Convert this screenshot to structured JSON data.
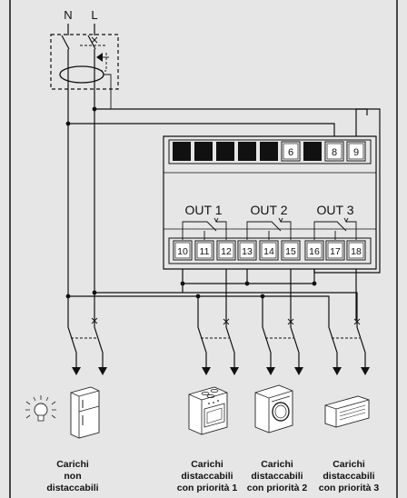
{
  "supply": {
    "neutral": "N",
    "line": "L"
  },
  "module": {
    "top_terminals": [
      "6",
      "8",
      "9"
    ],
    "outputs": [
      {
        "label": "OUT 1",
        "terminals": [
          "10",
          "11",
          "12"
        ]
      },
      {
        "label": "OUT 2",
        "terminals": [
          "13",
          "14",
          "15"
        ]
      },
      {
        "label": "OUT 3",
        "terminals": [
          "16",
          "17",
          "18"
        ]
      }
    ]
  },
  "loads": [
    {
      "caption": [
        "Carichi",
        "non",
        "distaccabili"
      ],
      "icons": [
        "light-bulb-icon",
        "refrigerator-icon"
      ]
    },
    {
      "caption": [
        "Carichi",
        "distaccabili",
        "con priorità 1"
      ],
      "icons": [
        "cooker-icon"
      ]
    },
    {
      "caption": [
        "Carichi",
        "distaccabili",
        "con priorità 2"
      ],
      "icons": [
        "washing-machine-icon"
      ]
    },
    {
      "caption": [
        "Carichi",
        "distaccabili",
        "con priorità 3"
      ],
      "icons": [
        "air-conditioner-icon"
      ]
    }
  ],
  "colors": {
    "background": "#e6e6e6",
    "line": "#111111",
    "terminal_black": "#111111",
    "terminal_white": "#ffffff"
  }
}
